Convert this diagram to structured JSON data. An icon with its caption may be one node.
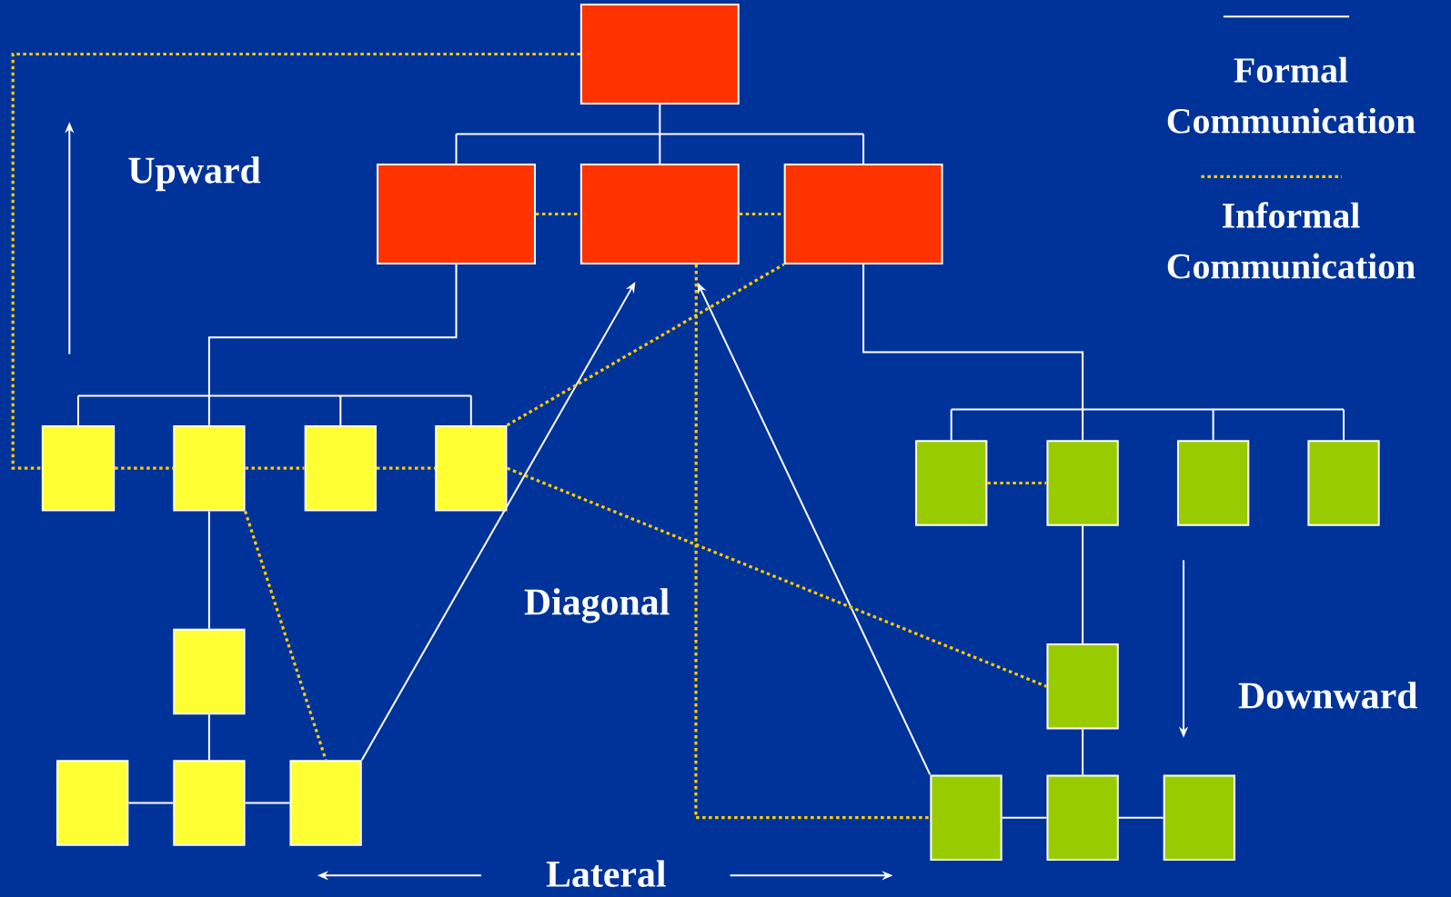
{
  "diagram": {
    "nodes": [
      {
        "text": [],
        "shape": "box"
      },
      {
        "text": [],
        "shape": "box"
      },
      {
        "text": [],
        "shape": "box"
      },
      {
        "text": [],
        "shape": "box"
      },
      {
        "text": [],
        "shape": "box"
      },
      {
        "text": [],
        "shape": "box"
      },
      {
        "text": [],
        "shape": "box"
      },
      {
        "text": [],
        "shape": "box"
      },
      {
        "text": [],
        "shape": "box"
      },
      {
        "text": [],
        "shape": "box"
      },
      {
        "text": [],
        "shape": "box"
      },
      {
        "text": [],
        "shape": "box"
      },
      {
        "text": [],
        "shape": "box"
      },
      {
        "text": [],
        "shape": "box"
      },
      {
        "text": [],
        "shape": "box"
      },
      {
        "text": [],
        "shape": "box"
      },
      {
        "text": [],
        "shape": "box"
      },
      {
        "text": [],
        "shape": "box"
      },
      {
        "text": [],
        "shape": "box"
      },
      {
        "text": [],
        "shape": "box"
      }
    ],
    "edges": [
      {
        "from": 0,
        "to": 1,
        "arrow": "none"
      },
      {
        "from": 0,
        "to": 2,
        "arrow": "none"
      },
      {
        "from": 0,
        "to": 3,
        "arrow": "none"
      },
      {
        "from": 1,
        "to": 4,
        "arrow": "none"
      },
      {
        "from": 1,
        "to": 5,
        "arrow": "none"
      },
      {
        "from": 1,
        "to": 6,
        "arrow": "none"
      },
      {
        "from": 1,
        "to": 7,
        "arrow": "none"
      },
      {
        "from": 5,
        "to": 8,
        "arrow": "none"
      },
      {
        "from": 8,
        "to": 10,
        "arrow": "none"
      },
      {
        "from": 9,
        "to": 10,
        "arrow": "none"
      },
      {
        "from": 10,
        "to": 11,
        "arrow": "none"
      },
      {
        "from": 3,
        "to": 12,
        "arrow": "none"
      },
      {
        "from": 3,
        "to": 13,
        "arrow": "none"
      },
      {
        "from": 3,
        "to": 14,
        "arrow": "none"
      },
      {
        "from": 3,
        "to": 15,
        "arrow": "none"
      },
      {
        "from": 13,
        "to": 16,
        "arrow": "none"
      },
      {
        "from": 16,
        "to": 18,
        "arrow": "none"
      },
      {
        "from": 17,
        "to": 18,
        "arrow": "none"
      },
      {
        "from": 18,
        "to": 19,
        "arrow": "none"
      },
      {
        "from": 11,
        "to": 2,
        "arrow": "to"
      },
      {
        "from": 17,
        "to": 2,
        "arrow": "to"
      },
      {
        "from": 0,
        "to": 4,
        "arrow": "none",
        "style": "dashed",
        "color": "#ffcc00"
      },
      {
        "from": 1,
        "to": 2,
        "arrow": "none",
        "style": "dashed",
        "color": "#ffcc00"
      },
      {
        "from": 2,
        "to": 3,
        "arrow": "none",
        "style": "dashed",
        "color": "#ffcc00"
      },
      {
        "from": 4,
        "to": 5,
        "arrow": "none",
        "style": "dashed",
        "color": "#ffcc00"
      },
      {
        "from": 5,
        "to": 6,
        "arrow": "none",
        "style": "dashed",
        "color": "#ffcc00"
      },
      {
        "from": 6,
        "to": 7,
        "arrow": "none",
        "style": "dashed",
        "color": "#ffcc00"
      },
      {
        "from": 7,
        "to": 3,
        "arrow": "none",
        "style": "dashed",
        "color": "#ffcc00"
      },
      {
        "from": 7,
        "to": 16,
        "arrow": "none",
        "style": "dashed",
        "color": "#ffcc00"
      },
      {
        "from": 5,
        "to": 11,
        "arrow": "none",
        "style": "dashed",
        "color": "#ffcc00"
      },
      {
        "from": 2,
        "to": 17,
        "arrow": "none",
        "style": "dashed",
        "color": "#ffcc00"
      },
      {
        "from": 12,
        "to": 13,
        "arrow": "none",
        "style": "dashed",
        "color": "#ffcc00"
      }
    ],
    "labels": [
      "Upward",
      "Diagonal",
      "Downward",
      "Lateral"
    ],
    "legend": [
      {
        "text": "Formal Communication"
      },
      {
        "text": "Informal Communication"
      }
    ]
  }
}
